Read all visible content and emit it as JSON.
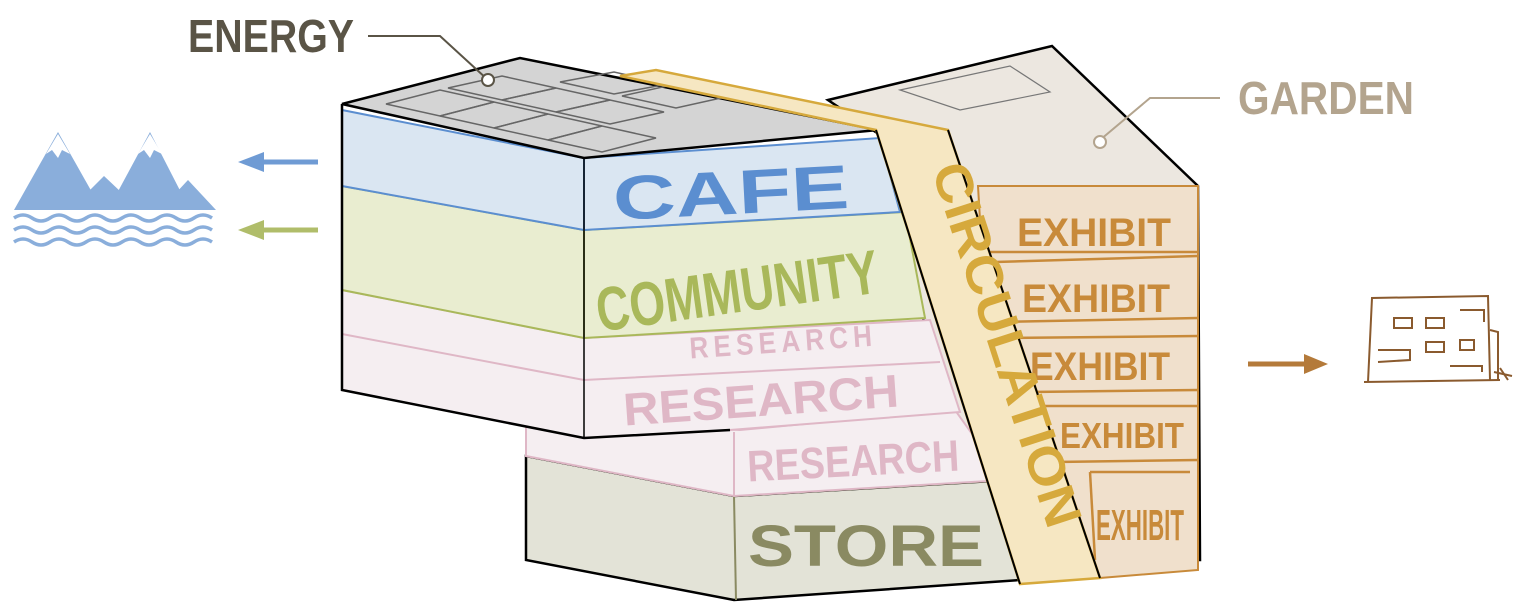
{
  "labels": {
    "energy": "ENERGY",
    "garden": "GARDEN",
    "cafe": "CAFE",
    "community": "COMMUNITY",
    "research_1": "RESEARCH",
    "research_2": "RESEARCH",
    "research_3": "RESEARCH",
    "store": "STORE",
    "circulation": "CIRCULATION",
    "exhibit_1": "EXHIBIT",
    "exhibit_2": "EXHIBIT",
    "exhibit_3": "EXHIBIT",
    "exhibit_4": "EXHIBIT",
    "exhibit_5": "EXHIBIT"
  },
  "colors": {
    "energy_label": "#5a5446",
    "garden_label": "#b3a48e",
    "cafe": "#5b8ed0",
    "cafe_fill": "#dae6f2",
    "community": "#a9b85a",
    "community_fill": "#e9edd0",
    "research": "#dfb7c6",
    "research_fill": "#f5eef1",
    "store": "#8a8a62",
    "store_fill": "#e3e3d7",
    "circulation": "#d6a93c",
    "circulation_fill": "#f6e7c2",
    "exhibit": "#c88a3a",
    "exhibit_fill": "#f0e0cc",
    "roof_fill": "#d4d4d4",
    "garden_fill": "#ece7e0",
    "mountain": "#8aaedb",
    "arrow_blue": "#6f9bd4",
    "arrow_green": "#b0bd6a",
    "arrow_brown": "#b47a3a",
    "house_sketch": "#8a5a2e"
  },
  "icons": {
    "mountains": "mountain-water-icon",
    "house": "house-sketch-icon"
  }
}
